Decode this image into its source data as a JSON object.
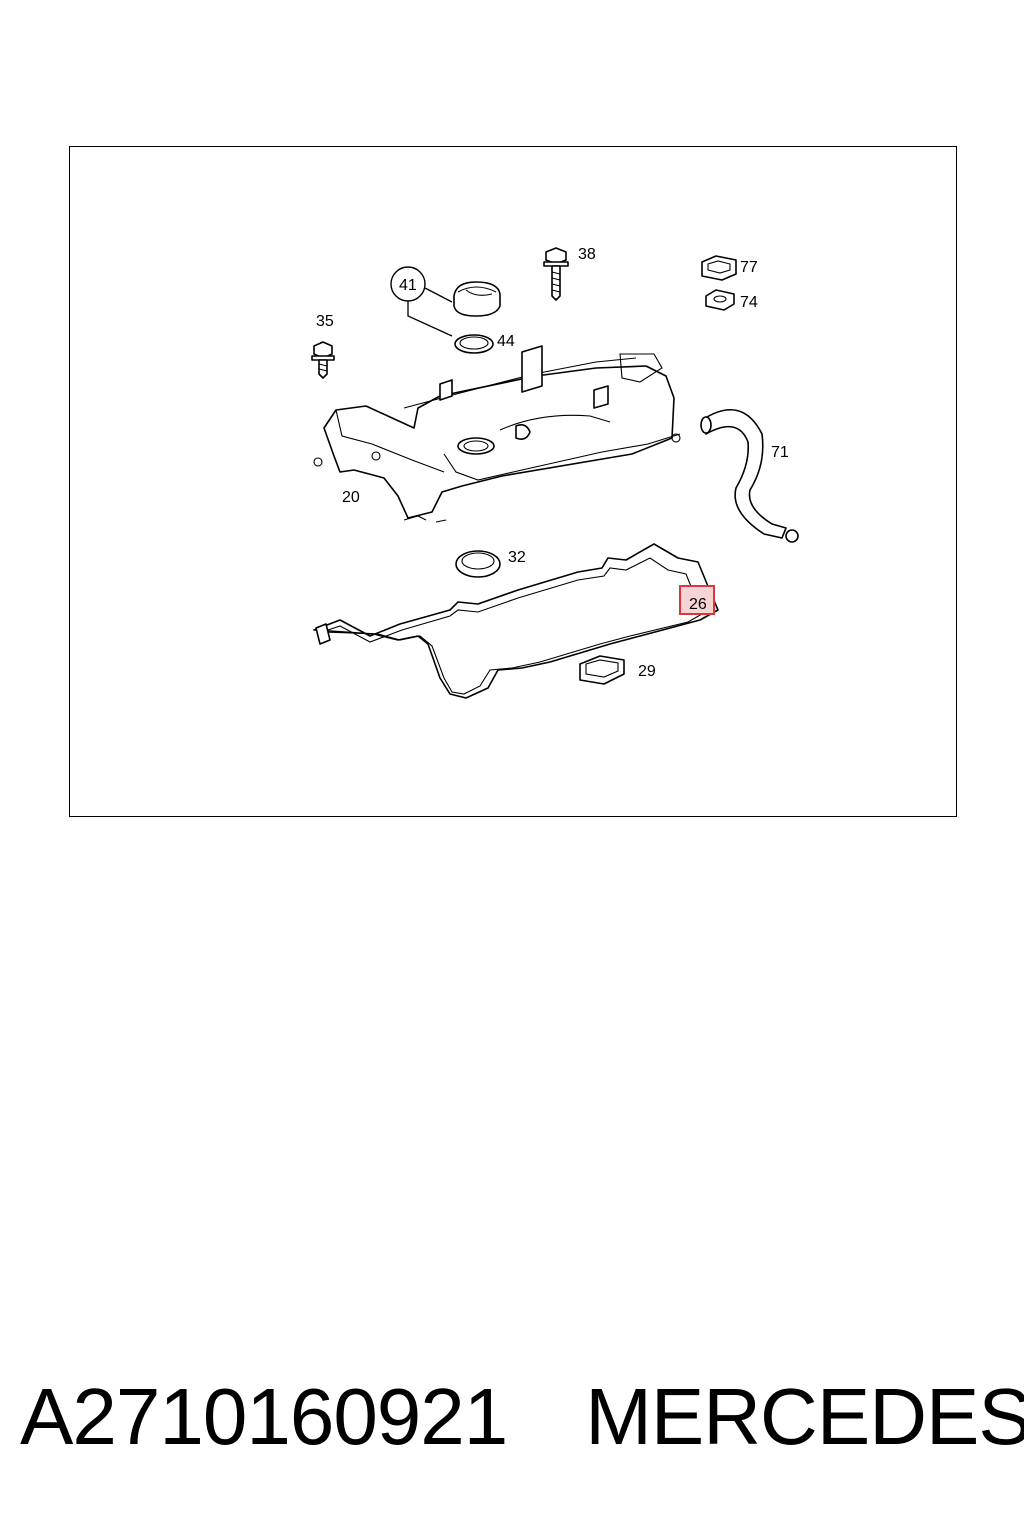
{
  "diagram": {
    "callouts": {
      "c41": "41",
      "c38": "38",
      "c77": "77",
      "c74": "74",
      "c35": "35",
      "c44": "44",
      "c71": "71",
      "c20": "20",
      "c32": "32",
      "c26": "26",
      "c29": "29"
    },
    "highlight_color": "#d9363e",
    "highlight_fill": "#f6d3d5"
  },
  "footer": {
    "part_number": "A2710160921",
    "brand": "MERCEDES"
  }
}
